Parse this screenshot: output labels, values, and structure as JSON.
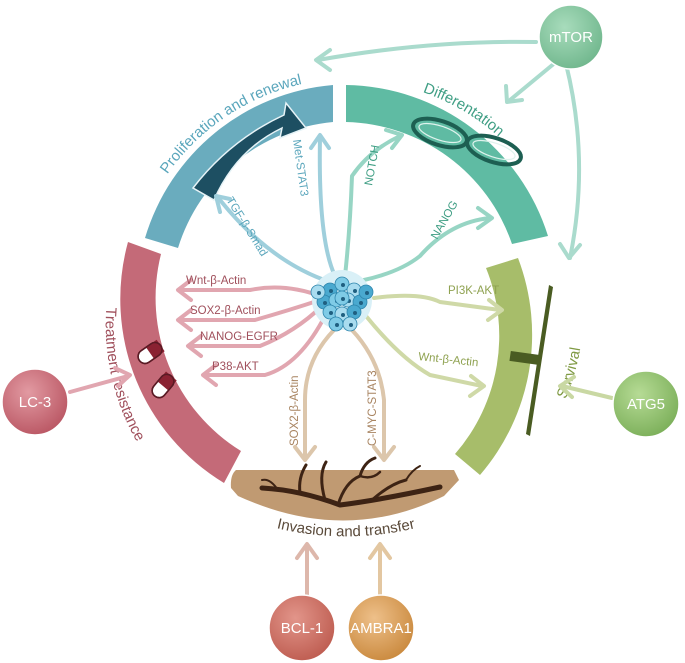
{
  "colors": {
    "proliferation": "#6aacbe",
    "differentiation": "#5fbba3",
    "survival": "#a7bd6a",
    "invasion": "#c09a72",
    "resistance": "#c46a78",
    "mtor_arrow": "#aadbcd",
    "cell": "#8dd4ea",
    "mtor_node": "#7ec29a",
    "lc3_node": "#c76a75",
    "atg5_node": "#8cbd6a",
    "bcl1_node": "#c7695f",
    "ambra1_node": "#d49a55"
  },
  "segments": {
    "proliferation": "Proliferation and renewal",
    "differentiation": "Differentation",
    "survival": "Survival",
    "invasion": "Invasion and transfer",
    "resistance": "Treatment resistance"
  },
  "pathways": {
    "tgf": "TGF-β-Smad",
    "met": "Met-STAT3",
    "notch": "NOTCH",
    "nanog": "NANOG",
    "pi3k": "PI3K-AKT",
    "wnt_survival": "Wnt-β-Actin",
    "sox2_invasion": "SOX2-β-Actin",
    "cmyc": "C-MYC-STAT3",
    "wnt_resistance": "Wnt-β-Actin",
    "sox2_resistance": "SOX2-β-Actin",
    "nanog_egfr": "NANOG-EGFR",
    "p38": "P38-AKT"
  },
  "regulators": {
    "mtor": "mTOR",
    "lc3": "LC-3",
    "atg5": "ATG5",
    "bcl1": "BCL-1",
    "ambra1": "AMBRA1"
  }
}
